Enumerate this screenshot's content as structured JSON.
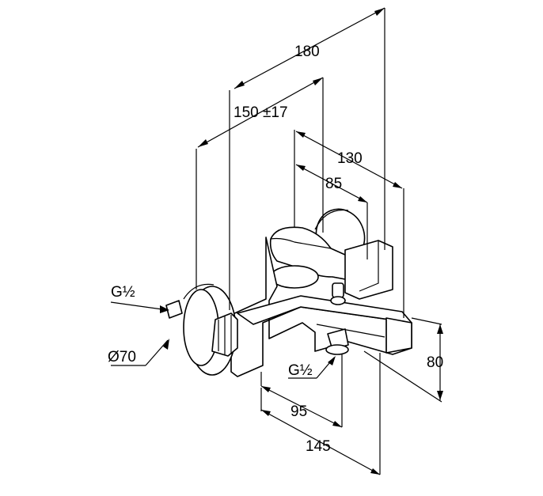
{
  "dimensions": {
    "overall_depth": "180",
    "adjustable_depth": "150 ±17",
    "spout_reach": "130",
    "lever_depth": "85",
    "height": "80",
    "spout_offset": "95",
    "width": "145"
  },
  "callouts": {
    "inlet_thread": "G½",
    "rosette_diameter": "Ø70",
    "outlet_thread": "G½"
  }
}
